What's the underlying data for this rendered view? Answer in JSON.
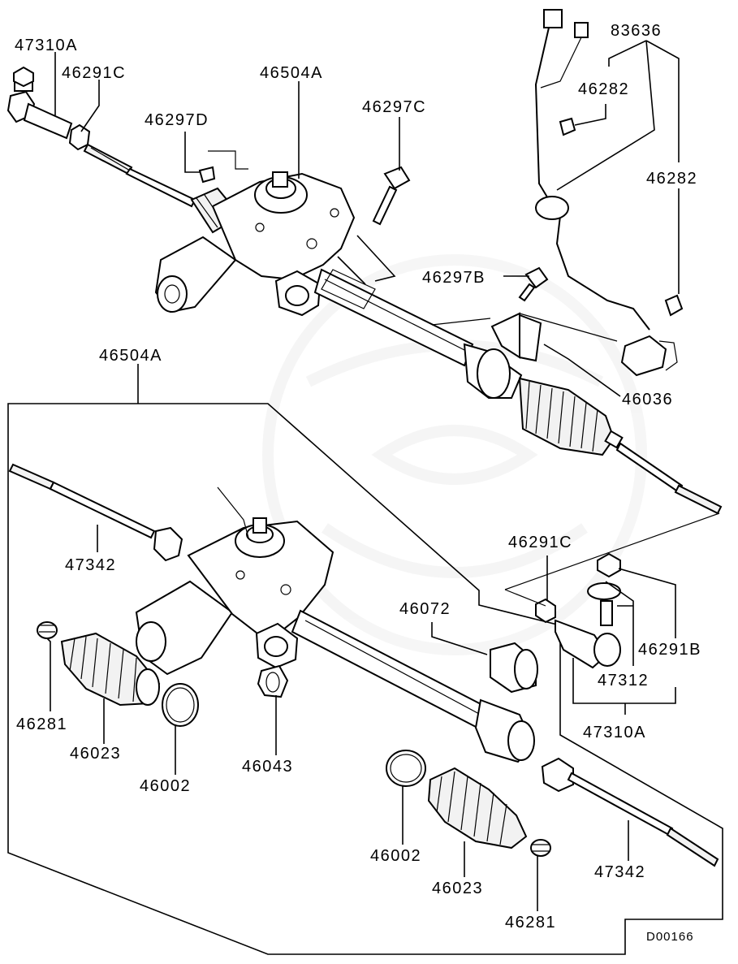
{
  "diagram_code": "D00166",
  "upper_assembly": {
    "label_tie_rod_end_assy": "47310A",
    "label_lock_nut_left": "46291C",
    "label_gear_assy": "46504A",
    "label_bolt_d": "46297D",
    "label_bolt_c": "46297C",
    "label_bolt_b": "46297B",
    "label_harness": "83636",
    "label_clip_upper": "46282",
    "label_clip_lower": "46282",
    "label_bracket": "46036"
  },
  "exploded_view": {
    "label_gear_assy": "46504A",
    "label_tie_rod_left": "47342",
    "label_tie_rod_right": "47342",
    "label_bushing": "46072",
    "label_lock_nut": "46291C",
    "label_nut_b": "46291B",
    "label_tie_rod_end": "47312",
    "label_tie_rod_end_assy": "47310A",
    "label_clamp_left": "46281",
    "label_boot_left": "46023",
    "label_band_left": "46002",
    "label_insulator": "46043",
    "label_band_right": "46002",
    "label_boot_right": "46023",
    "label_clamp_right": "46281"
  }
}
